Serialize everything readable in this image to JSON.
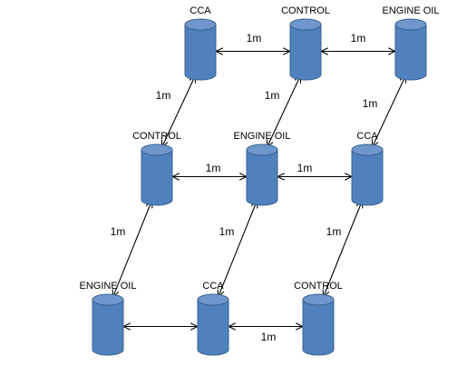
{
  "colors": {
    "cylinder_fill": "#4f81bd",
    "cylinder_top": "#6f97cc",
    "cylinder_outline": "#3a6391",
    "arrow": "#000000"
  },
  "nodes": [
    {
      "id": "r1c1",
      "label": "CCA",
      "icon": "cylinder-icon"
    },
    {
      "id": "r1c2",
      "label": "CONTROL",
      "icon": "cylinder-icon"
    },
    {
      "id": "r1c3",
      "label": "ENGINE OIL",
      "icon": "cylinder-icon"
    },
    {
      "id": "r2c1",
      "label": "CONTROL",
      "icon": "cylinder-icon"
    },
    {
      "id": "r2c2",
      "label": "ENGINE OIL",
      "icon": "cylinder-icon"
    },
    {
      "id": "r2c3",
      "label": "CCA",
      "icon": "cylinder-icon"
    },
    {
      "id": "r3c1",
      "label": "ENGINE OIL",
      "icon": "cylinder-icon"
    },
    {
      "id": "r3c2",
      "label": "CCA",
      "icon": "cylinder-icon"
    },
    {
      "id": "r3c3",
      "label": "CONTROL",
      "icon": "cylinder-icon"
    }
  ],
  "edges": [
    {
      "from": "r1c1",
      "to": "r1c2",
      "label": "1m"
    },
    {
      "from": "r1c2",
      "to": "r1c3",
      "label": "1m"
    },
    {
      "from": "r1c1",
      "to": "r2c1",
      "label": "1m"
    },
    {
      "from": "r1c2",
      "to": "r2c2",
      "label": "1m"
    },
    {
      "from": "r1c3",
      "to": "r2c3",
      "label": "1m"
    },
    {
      "from": "r2c1",
      "to": "r2c2",
      "label": "1m"
    },
    {
      "from": "r2c2",
      "to": "r2c3",
      "label": "1m"
    },
    {
      "from": "r2c1",
      "to": "r3c1",
      "label": "1m"
    },
    {
      "from": "r2c2",
      "to": "r3c2",
      "label": "1m"
    },
    {
      "from": "r2c3",
      "to": "r3c3",
      "label": "1m"
    },
    {
      "from": "r3c1",
      "to": "r3c2",
      "label": ""
    },
    {
      "from": "r3c2",
      "to": "r3c3",
      "label": "1m"
    }
  ]
}
